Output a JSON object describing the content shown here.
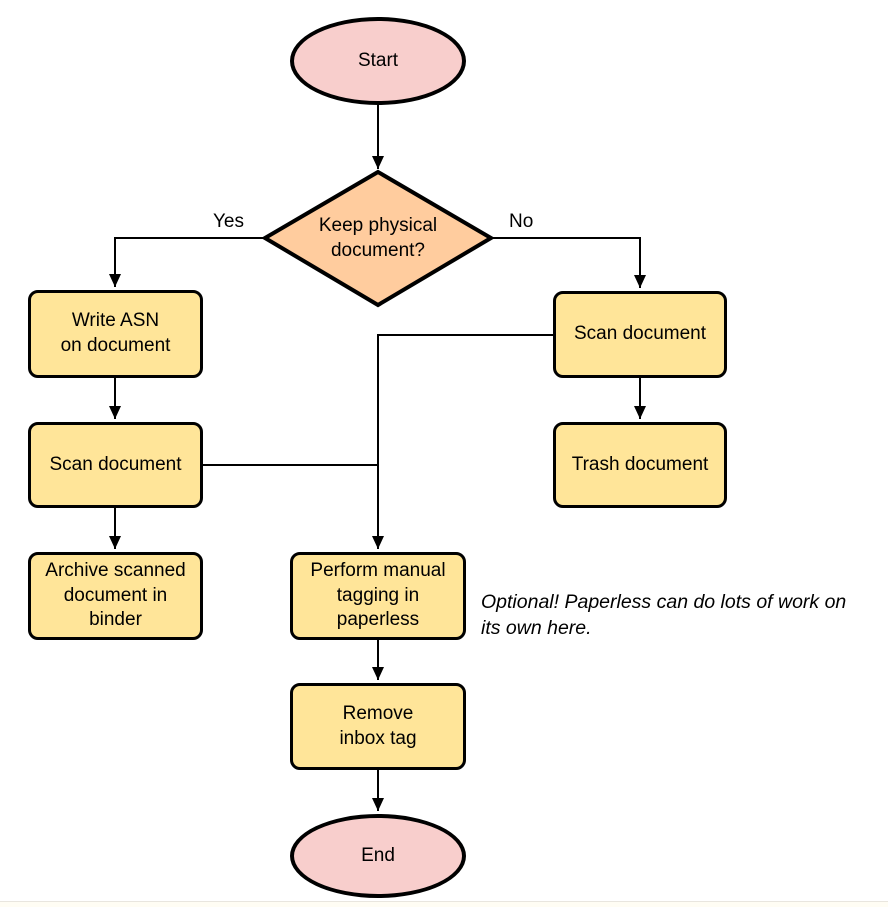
{
  "diagram": {
    "type": "flowchart",
    "nodes": {
      "start": {
        "label": "Start",
        "shape": "ellipse"
      },
      "decision": {
        "label": "Keep physical\ndocument?",
        "shape": "diamond"
      },
      "write_asn": {
        "label": "Write ASN\non document",
        "shape": "process"
      },
      "scan_left": {
        "label": "Scan document",
        "shape": "process"
      },
      "archive": {
        "label": "Archive scanned\ndocument in\nbinder",
        "shape": "process"
      },
      "scan_right": {
        "label": "Scan document",
        "shape": "process"
      },
      "trash": {
        "label": "Trash document",
        "shape": "process"
      },
      "tagging": {
        "label": "Perform manual\ntagging in\npaperless",
        "shape": "process"
      },
      "remove_inbox": {
        "label": "Remove\ninbox tag",
        "shape": "process"
      },
      "end": {
        "label": "End",
        "shape": "ellipse"
      }
    },
    "edge_labels": {
      "yes": "Yes",
      "no": "No"
    },
    "note": "Optional! Paperless can do lots of work on\nits own here.",
    "colors": {
      "terminal_fill": "#F8CECC",
      "decision_fill": "#FFCC9E",
      "process_fill": "#FFE599",
      "stroke": "#000000"
    }
  }
}
